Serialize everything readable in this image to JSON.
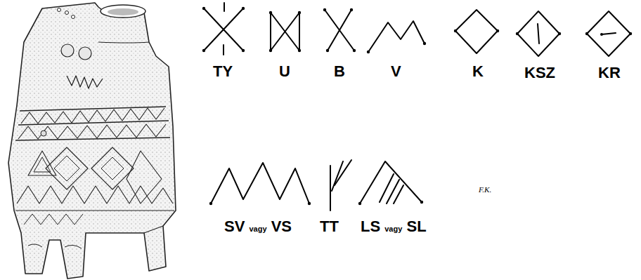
{
  "diagram": {
    "labels": [
      "TY",
      "U",
      "B",
      "V",
      "K",
      "KSZ",
      "KR",
      "SV vagy VS",
      "TT",
      "LS vagy SL",
      "F.K."
    ]
  }
}
